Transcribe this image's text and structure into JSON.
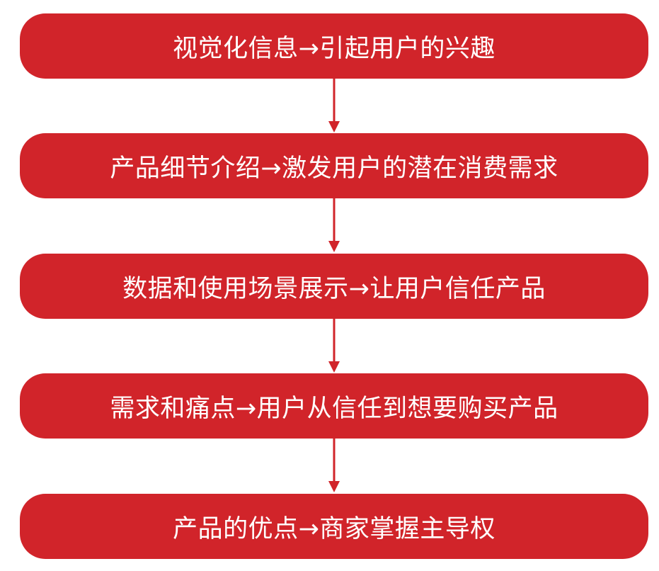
{
  "colors": {
    "box_fill": "#d1242a",
    "text": "#ffffff",
    "arrow": "#d1242a"
  },
  "steps": [
    {
      "label": "视觉化信息→引起用户的兴趣"
    },
    {
      "label": "产品细节介绍→激发用户的潜在消费需求"
    },
    {
      "label": "数据和使用场景展示→让用户信任产品"
    },
    {
      "label": "需求和痛点→用户从信任到想要购买产品"
    },
    {
      "label": "产品的优点→商家掌握主导权"
    }
  ]
}
